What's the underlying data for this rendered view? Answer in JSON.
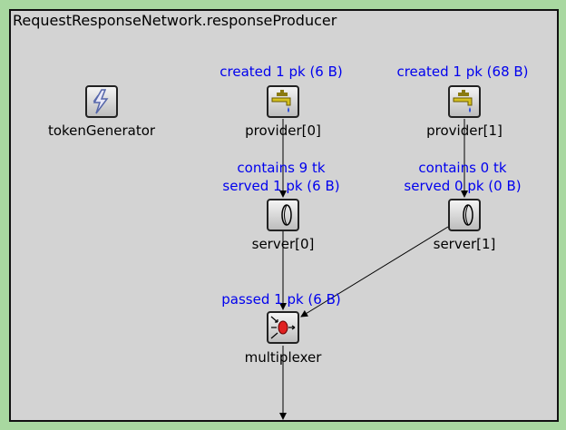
{
  "module": {
    "title": "RequestResponseNetwork.responseProducer"
  },
  "nodes": {
    "tokenGenerator": {
      "label": "tokenGenerator",
      "icon": "lightning-generator-icon"
    },
    "provider0": {
      "label": "provider[0]",
      "stat": "created 1 pk (6 B)",
      "icon": "faucet-source-icon"
    },
    "provider1": {
      "label": "provider[1]",
      "stat": "created 1 pk (68 B)",
      "icon": "faucet-source-icon"
    },
    "server0": {
      "label": "server[0]",
      "stat1": "contains 9 tk",
      "stat2": "served 1 pk (6 B)",
      "icon": "server-queue-icon"
    },
    "server1": {
      "label": "server[1]",
      "stat1": "contains 0 tk",
      "stat2": "served 0 pk (0 B)",
      "icon": "server-queue-icon"
    },
    "multiplexer": {
      "label": "multiplexer",
      "stat": "passed 1 pk (6 B)",
      "icon": "multiplexer-icon"
    }
  },
  "colors": {
    "background": "#a8d8a0",
    "module": "#d3d3d3",
    "stat_text": "#0000ee"
  }
}
